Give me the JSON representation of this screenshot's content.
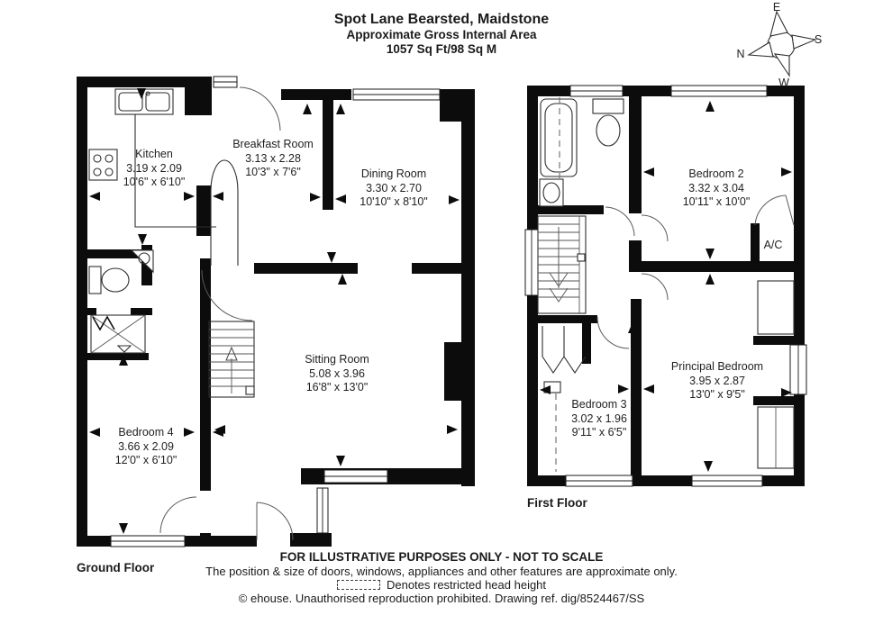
{
  "header": {
    "title": "Spot Lane Bearsted, Maidstone",
    "subtitle": "Approximate Gross Internal Area",
    "area": "1057 Sq Ft/98 Sq M"
  },
  "compass": {
    "north": "N",
    "east": "E",
    "south": "S",
    "west": "W"
  },
  "ground_floor": {
    "label": "Ground Floor",
    "rooms": {
      "kitchen": {
        "name": "Kitchen",
        "metric": "3.19 x 2.09",
        "imperial": "10'6\" x 6'10\""
      },
      "breakfast": {
        "name": "Breakfast Room",
        "metric": "3.13 x 2.28",
        "imperial": "10'3\" x 7'6\""
      },
      "dining": {
        "name": "Dining Room",
        "metric": "3.30 x 2.70",
        "imperial": "10'10\" x 8'10\""
      },
      "sitting": {
        "name": "Sitting Room",
        "metric": "5.08 x 3.96",
        "imperial": "16'8\" x 13'0\""
      },
      "bedroom4": {
        "name": "Bedroom 4",
        "metric": "3.66 x 2.09",
        "imperial": "12'0\" x 6'10\""
      }
    }
  },
  "first_floor": {
    "label": "First Floor",
    "rooms": {
      "bedroom2": {
        "name": "Bedroom 2",
        "metric": "3.32 x 3.04",
        "imperial": "10'11\" x 10'0\""
      },
      "principal": {
        "name": "Principal Bedroom",
        "metric": "3.95 x 2.87",
        "imperial": "13'0\" x 9'5\""
      },
      "bedroom3": {
        "name": "Bedroom 3",
        "metric": "3.02 x 1.96",
        "imperial": "9'11\" x 6'5\""
      },
      "ac": {
        "label": "A/C"
      }
    }
  },
  "footer": {
    "line1": "FOR ILLUSTRATIVE PURPOSES ONLY - NOT TO SCALE",
    "line2": "The position & size of doors, windows, appliances and other features are approximate only.",
    "legend": "Denotes restricted head height",
    "copyright": "© ehouse. Unauthorised reproduction prohibited. Drawing ref. dig/8524467/SS"
  }
}
